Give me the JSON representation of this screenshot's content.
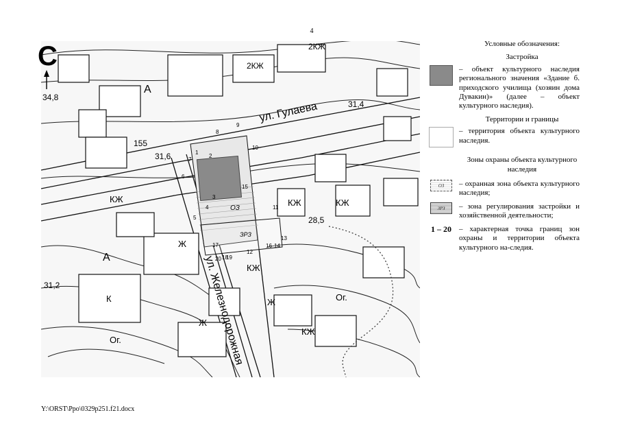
{
  "page_number": "4",
  "north_label": "С",
  "legend": {
    "title": "Условные обозначения:",
    "sections": [
      {
        "heading": "Застройка",
        "items": [
          {
            "symbol": "heritage-object-icon",
            "text": "– объект культурного наследия регионального значения «Здание б. приходского училища (хозяин дома Дувакин)» (далее – объект культурного наследия)."
          }
        ]
      },
      {
        "heading": "Территории и границы",
        "items": [
          {
            "symbol": "territory-icon",
            "text": "– территория объекта культурного наследия."
          }
        ]
      },
      {
        "heading": "Зоны охраны объекта культурного наследия",
        "items": [
          {
            "symbol": "protection-zone-icon",
            "code": "ОЗ",
            "text": "– охранная зона объекта культурного наследия;"
          },
          {
            "symbol": "regulation-zone-icon",
            "code": "ЗРЗ",
            "text": "– зона регулирования застройки и хозяйственной деятельности;"
          },
          {
            "symbol": "range-marker",
            "code": "1 – 20",
            "text": "– характерная точка границ зон охраны и территории объекта культурного на-следия."
          }
        ]
      }
    ]
  },
  "map": {
    "street_gulyaeva": "ул. Гулаева",
    "street_zheleznodorozhnaya": "ул. Железнодорожная",
    "zone_oz": "ОЗ",
    "zone_zrz": "ЗРЗ",
    "elevations": [
      "34,8",
      "31,6",
      "31,4",
      "28,5",
      "31,2",
      "155",
      "2КЖ",
      "2КЖ"
    ],
    "building_labels": [
      "КЖ",
      "Ж",
      "К",
      "Ог.",
      "А"
    ],
    "points": [
      "1",
      "2",
      "3",
      "4",
      "5",
      "6",
      "7",
      "8",
      "9",
      "10",
      "11",
      "12",
      "13",
      "14",
      "15",
      "16",
      "17",
      "18",
      "19",
      "20"
    ]
  },
  "footer_path": "Y:\\ORST\\Ppo\\0329p251.f21.docx"
}
